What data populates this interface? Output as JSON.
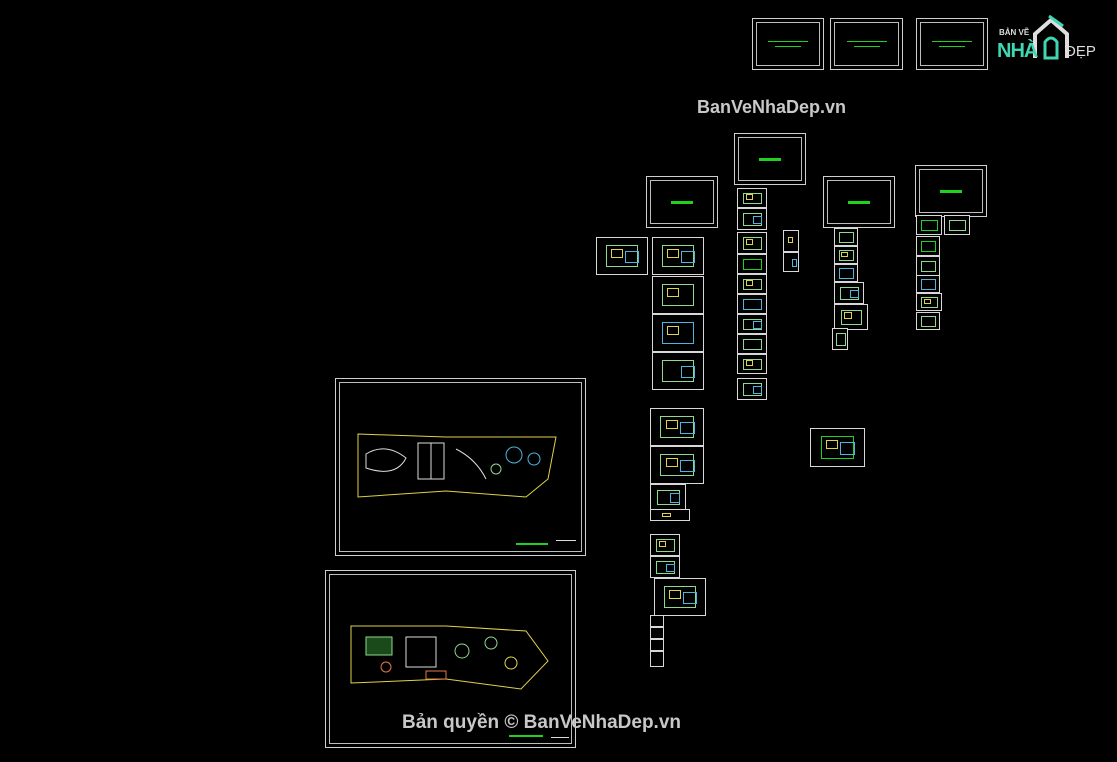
{
  "watermark_top": "BanVeNhaDep.vn",
  "watermark_bottom": "Bản quyền © BanVeNhaDep.vn",
  "logo": {
    "line1": "BẢN VẼ",
    "line2": "NHÀ",
    "line3": "ĐẸP"
  },
  "colors": {
    "background": "#000000",
    "frame": "#cfcfcf",
    "accent": "#1fd21f",
    "logo_teal": "#3fd6b2"
  }
}
